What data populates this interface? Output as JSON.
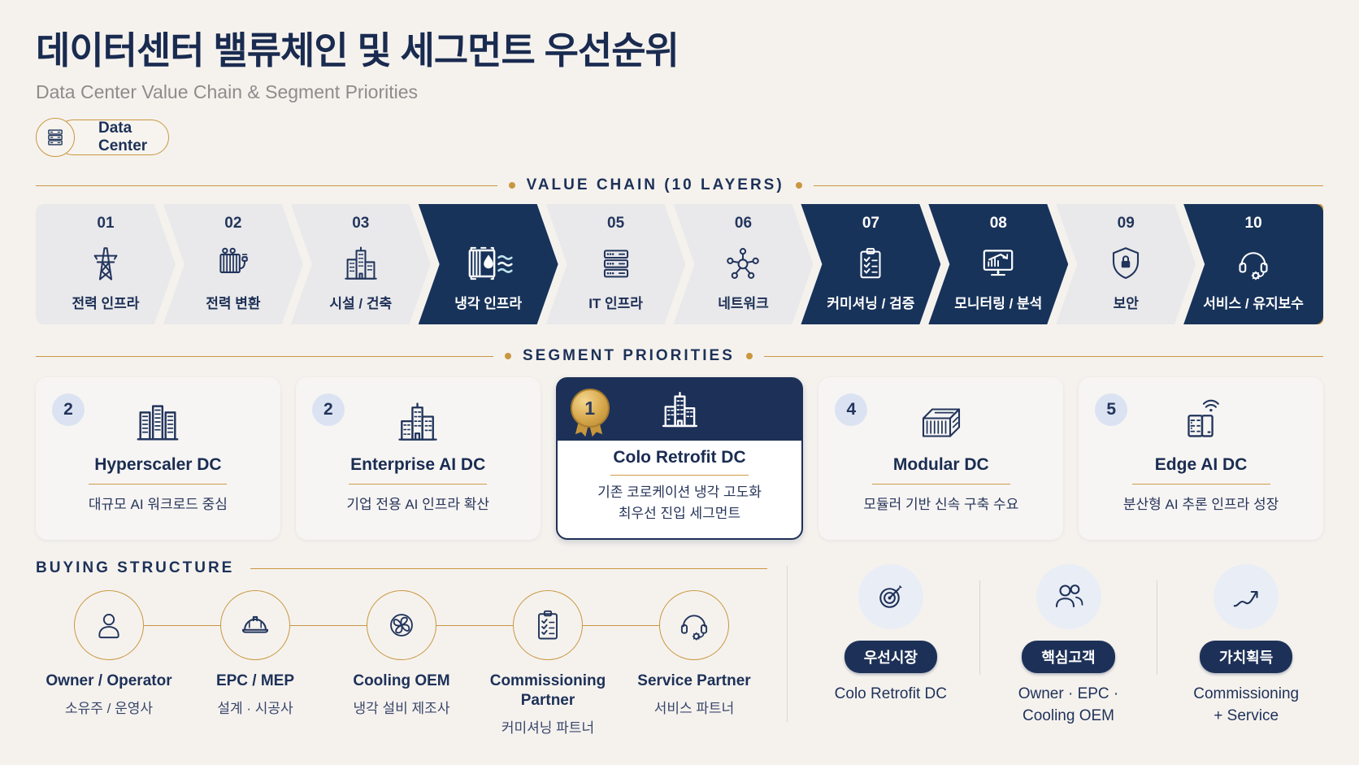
{
  "page": {
    "title": "데이터센터 밸류체인 및 세그먼트 우선순위",
    "subtitle": "Data Center Value Chain & Segment Priorities",
    "badge": "Data Center"
  },
  "value_chain": {
    "heading": "VALUE CHAIN (10 LAYERS)",
    "layers": [
      {
        "num": "01",
        "label": "전력 인프라",
        "icon": "transmission-tower-icon",
        "highlighted": false
      },
      {
        "num": "02",
        "label": "전력 변환",
        "icon": "transformer-icon",
        "highlighted": false
      },
      {
        "num": "03",
        "label": "시설 / 건축",
        "icon": "building-icon",
        "highlighted": false
      },
      {
        "num": "",
        "label": "냉각 인프라",
        "icon": "cooling-unit-icon",
        "highlighted": true
      },
      {
        "num": "05",
        "label": "IT 인프라",
        "icon": "server-rack-icon",
        "highlighted": false
      },
      {
        "num": "06",
        "label": "네트워크",
        "icon": "network-icon",
        "highlighted": false
      },
      {
        "num": "07",
        "label": "커미셔닝 / 검증",
        "icon": "checklist-icon",
        "highlighted": true
      },
      {
        "num": "08",
        "label": "모니터링 / 분석",
        "icon": "monitor-analytics-icon",
        "highlighted": true
      },
      {
        "num": "09",
        "label": "보안",
        "icon": "shield-lock-icon",
        "highlighted": false
      },
      {
        "num": "10",
        "label": "서비스 / 유지보수",
        "icon": "headset-gear-icon",
        "highlighted": true
      }
    ]
  },
  "segments": {
    "heading": "SEGMENT PRIORITIES",
    "cards": [
      {
        "rank": "2",
        "title": "Hyperscaler DC",
        "desc": "대규모 AI 워크로드 중심",
        "icon": "hyperscaler-buildings-icon",
        "priority": false
      },
      {
        "rank": "2",
        "title": "Enterprise AI DC",
        "desc": "기업 전용 AI 인프라 확산",
        "icon": "enterprise-building-icon",
        "priority": false
      },
      {
        "rank": "1",
        "title": "Colo Retrofit DC",
        "desc": "기존 코로케이션 냉각 고도화",
        "desc2": "최우선 진입 세그먼트",
        "icon": "colo-building-icon",
        "priority": true
      },
      {
        "rank": "4",
        "title": "Modular DC",
        "desc": "모듈러 기반 신속 구축 수요",
        "icon": "container-icon",
        "priority": false
      },
      {
        "rank": "5",
        "title": "Edge AI DC",
        "desc": "분산형 AI 추론 인프라 성장",
        "icon": "edge-server-wifi-icon",
        "priority": false
      }
    ]
  },
  "buying": {
    "heading": "BUYING STRUCTURE",
    "nodes": [
      {
        "en": "Owner / Operator",
        "ko": "소유주 / 운영사",
        "icon": "person-icon"
      },
      {
        "en": "EPC / MEP",
        "ko": "설계 · 시공사",
        "icon": "hardhat-icon"
      },
      {
        "en": "Cooling OEM",
        "ko": "냉각 설비 제조사",
        "icon": "fan-icon"
      },
      {
        "en": "Commissioning Partner",
        "ko": "커미셔닝 파트너",
        "icon": "clipboard-icon"
      },
      {
        "en": "Service Partner",
        "ko": "서비스 파트너",
        "icon": "headset-icon"
      }
    ]
  },
  "summary": {
    "items": [
      {
        "badge": "우선시장",
        "label": "Colo Retrofit DC",
        "label2": "",
        "icon": "target-icon"
      },
      {
        "badge": "핵심고객",
        "label": "Owner · EPC ·",
        "label2": "Cooling OEM",
        "icon": "people-icon"
      },
      {
        "badge": "가치획득",
        "label": "Commissioning",
        "label2": "+ Service",
        "icon": "growth-arrow-icon"
      }
    ]
  },
  "colors": {
    "navy": "#1d3158",
    "gold": "#c9973f",
    "background": "#f5f2ee",
    "chevron_dark": "#18335a",
    "chevron_light": "#e9e9eb"
  }
}
